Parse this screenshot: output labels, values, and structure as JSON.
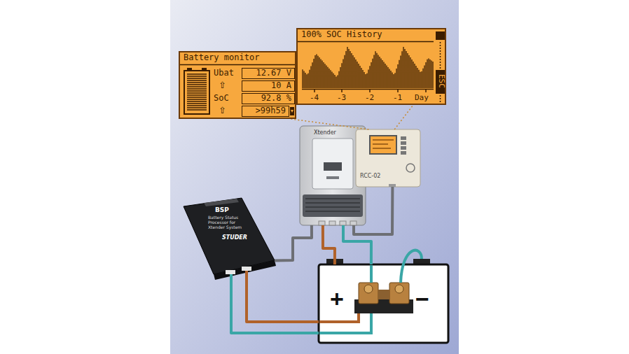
{
  "diagram": {
    "nodes": [
      {
        "text": [
          "Battery monitor",
          "Ubat",
          "⇧",
          "SoC",
          "⇧"
        ]
      },
      {
        "text": [
          "12.67 V"
        ],
        "in": 0
      },
      {
        "text": [
          "10 A"
        ],
        "in": 0
      },
      {
        "text": [
          "92.8 %"
        ],
        "in": 0
      },
      {
        "text": [
          ">99h59"
        ],
        "in": 0
      },
      {
        "text": [
          "100% SOC History",
          "-4",
          "-3",
          "-2",
          "-1",
          "Day",
          "ESC"
        ]
      },
      {
        "text": [
          "Xtender"
        ]
      },
      {
        "text": [
          "RCC-02"
        ]
      },
      {
        "text": [
          "BSP",
          "Battery Status Processor for Xtender System",
          "STUDER"
        ]
      },
      {
        "text": [
          "+",
          "−"
        ]
      }
    ],
    "edges": [
      {
        "from": 6,
        "to": 9,
        "arrow": "none"
      },
      {
        "from": 6,
        "to": 9,
        "arrow": "none"
      },
      {
        "from": 8,
        "to": 9,
        "arrow": "none"
      },
      {
        "from": 8,
        "to": 9,
        "arrow": "none"
      },
      {
        "from": 8,
        "to": 6,
        "arrow": "none"
      },
      {
        "from": 7,
        "to": 6,
        "arrow": "none"
      },
      {
        "from": 7,
        "to": 0,
        "arrow": "none"
      },
      {
        "from": 7,
        "to": 5,
        "arrow": "none"
      }
    ]
  }
}
